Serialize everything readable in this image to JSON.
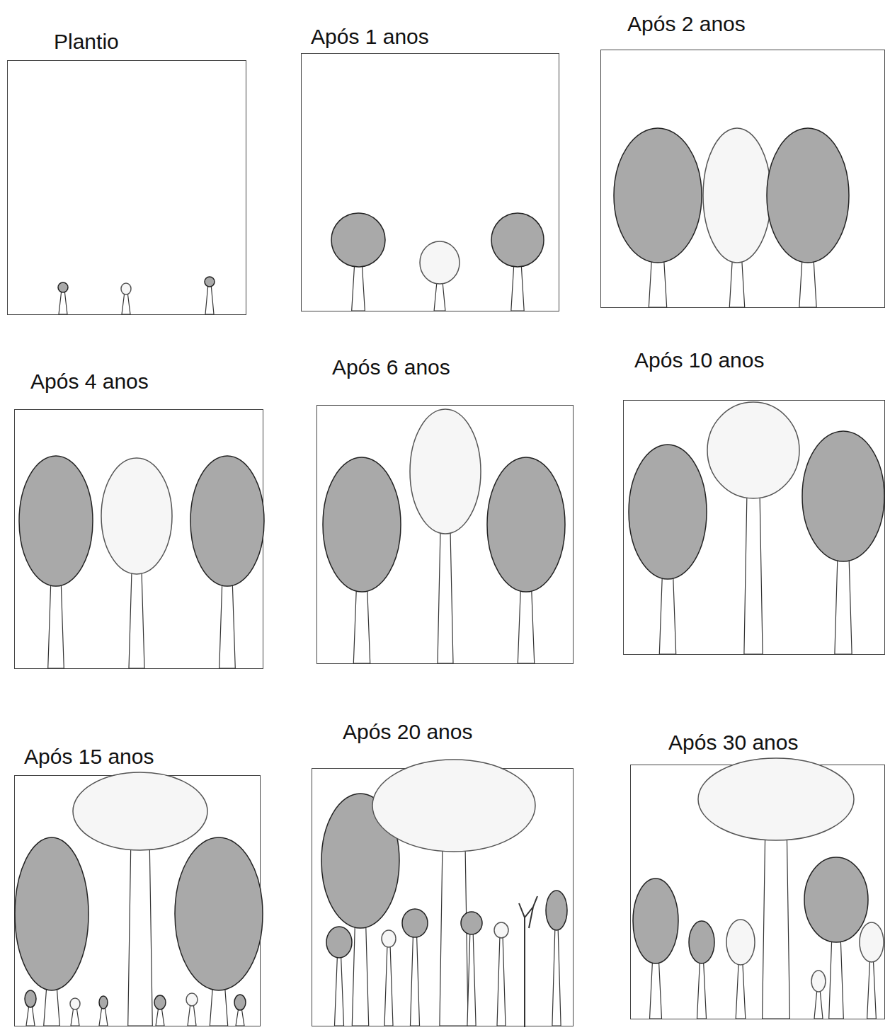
{
  "diagram": {
    "nodes": [
      {
        "text": [
          "Plantio"
        ]
      },
      {
        "text": [
          "Após 1 anos"
        ]
      },
      {
        "text": [
          "Após 2 anos"
        ]
      },
      {
        "text": [
          "Após 4 anos"
        ]
      },
      {
        "text": [
          "Após 6 anos"
        ]
      },
      {
        "text": [
          "Após 10 anos"
        ]
      },
      {
        "text": [
          "Após 15 anos"
        ]
      },
      {
        "text": [
          "Após 20 anos"
        ]
      },
      {
        "text": [
          "Após 30 anos"
        ]
      }
    ]
  }
}
